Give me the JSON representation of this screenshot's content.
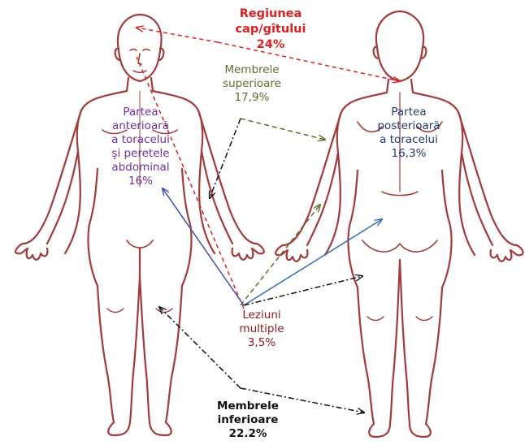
{
  "colors": {
    "body_outline": "#a33b3b",
    "head": "#e02020",
    "upper": "#5b6f2f",
    "front": "#7030a0",
    "back": "#1f3b6e",
    "multi": "#8b1a1a",
    "lower": "#111111",
    "arrow_blue_back": "#2f6db5",
    "arrow_blue_front": "#3f4fb0"
  },
  "regions": {
    "head": {
      "lines": [
        "Regiunea",
        "cap/gîtului",
        "24%"
      ]
    },
    "upper": {
      "lines": [
        "Membrele",
        "superioare",
        "17,9%"
      ]
    },
    "front": {
      "lines": [
        "Partea",
        "anterioară",
        "a toracelui",
        "şi peretele",
        "abdominal",
        "16%"
      ]
    },
    "back": {
      "lines": [
        "Partea",
        "posterioară",
        "a toracelui",
        "16,3%"
      ]
    },
    "multi": {
      "lines": [
        "Leziuni",
        "multiple",
        "3,5%"
      ]
    },
    "lower": {
      "lines": [
        "Membrele",
        "inferioare",
        "22.2%"
      ]
    }
  }
}
